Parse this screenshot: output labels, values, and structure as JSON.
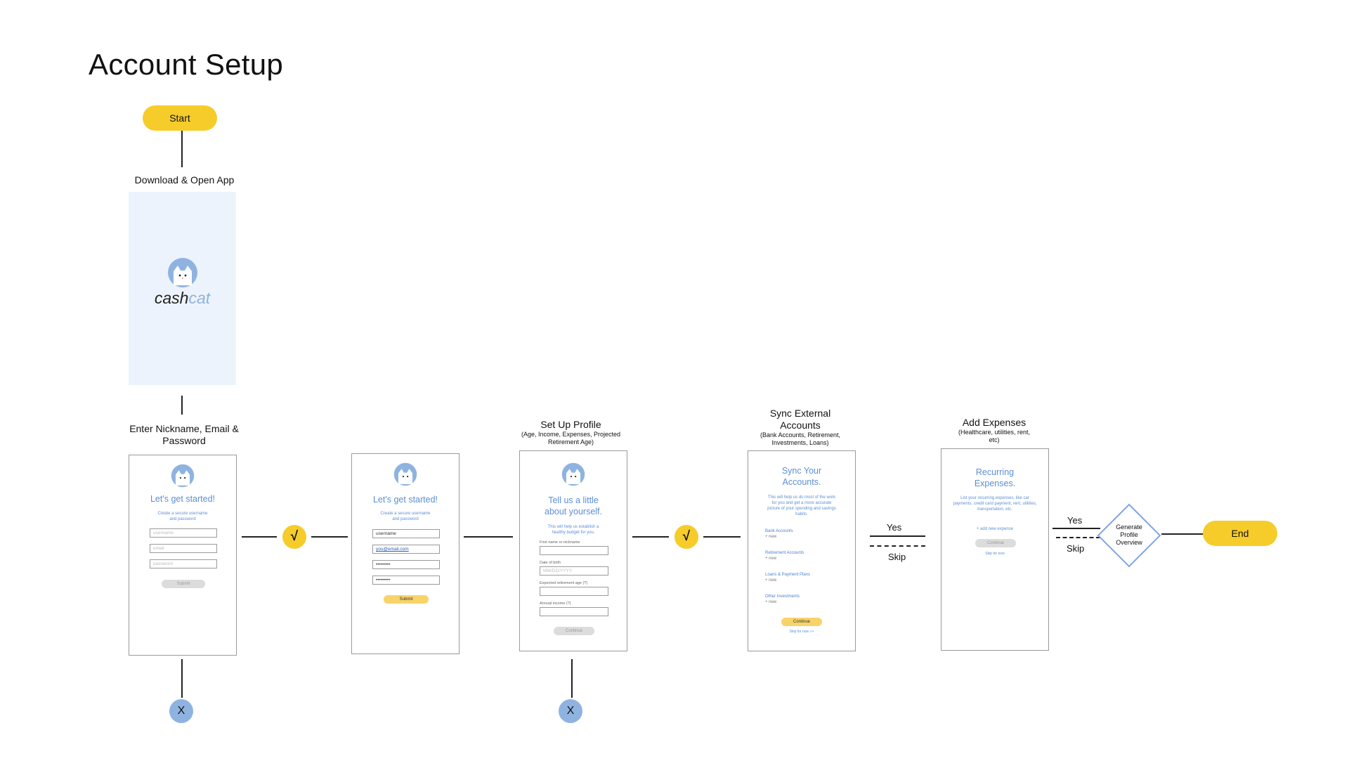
{
  "title": "Account Setup",
  "colors": {
    "yellow": "#f6cc2a",
    "blue": "#5b8fd6",
    "x_circle": "#8fb3e0",
    "splash_bg": "#edf3fc"
  },
  "start_label": "Start",
  "end_label": "End",
  "step_download": "Download & Open App",
  "brand": {
    "part1": "cash",
    "part2": "cat",
    "icon": "cat-face-icon"
  },
  "step_enter": "Enter Nickname, Email & Password",
  "step_profile": {
    "title": "Set Up Profile",
    "sub": "(Age, Income, Expenses, Projected Retirement Age)"
  },
  "step_sync": {
    "title": "Sync External Accounts",
    "sub": "(Bank Accounts, Retirement, Investments, Loans)"
  },
  "step_expenses": {
    "title": "Add Expenses",
    "sub": "(Healthcare, utilities, rent, etc)"
  },
  "check_symbol": "√",
  "x_symbol": "X",
  "yes_label": "Yes",
  "skip_label": "Skip",
  "decision_label": "Generate Profile Overview",
  "screen_signup_empty": {
    "heading": "Let's get started!",
    "sub": "Create a secure username and password",
    "placeholders": [
      "username",
      "email",
      "password"
    ],
    "button": "Submit"
  },
  "screen_signup_filled": {
    "heading": "Let's get started!",
    "sub": "Create a secure username and password",
    "values": [
      "username",
      "you@email.com",
      "•••••••••",
      "•••••••••"
    ],
    "button": "Submit"
  },
  "screen_profile": {
    "heading": "Tell us a little about yourself.",
    "sub": "This will help us establish a healthy budget for you.",
    "fields": [
      {
        "label": "First name or nickname",
        "placeholder": ""
      },
      {
        "label": "Date of birth",
        "placeholder": "MM/DD/YYYY"
      },
      {
        "label": "Expected retirement age (?)",
        "placeholder": ""
      },
      {
        "label": "Annual income (?)",
        "placeholder": ""
      }
    ],
    "button": "Continue"
  },
  "screen_sync": {
    "heading": "Sync Your Accounts.",
    "sub": "This will help us do most of the work for you and get a more accurate picture of your spending and savings habits.",
    "accounts": [
      "Bank Accounts",
      "Retirement Accounts",
      "Loans & Payment Plans",
      "Other Investments"
    ],
    "new_label": "+ new",
    "button": "Continue",
    "skip": "Skip for now >>"
  },
  "screen_expenses": {
    "heading": "Recurring Expenses.",
    "sub": "List your recurring expenses, like car payments, credit card payment, rent, utilities, transportation, etc.",
    "add": "+ add new expense",
    "button": "Continue",
    "skip": "Skip for now"
  }
}
